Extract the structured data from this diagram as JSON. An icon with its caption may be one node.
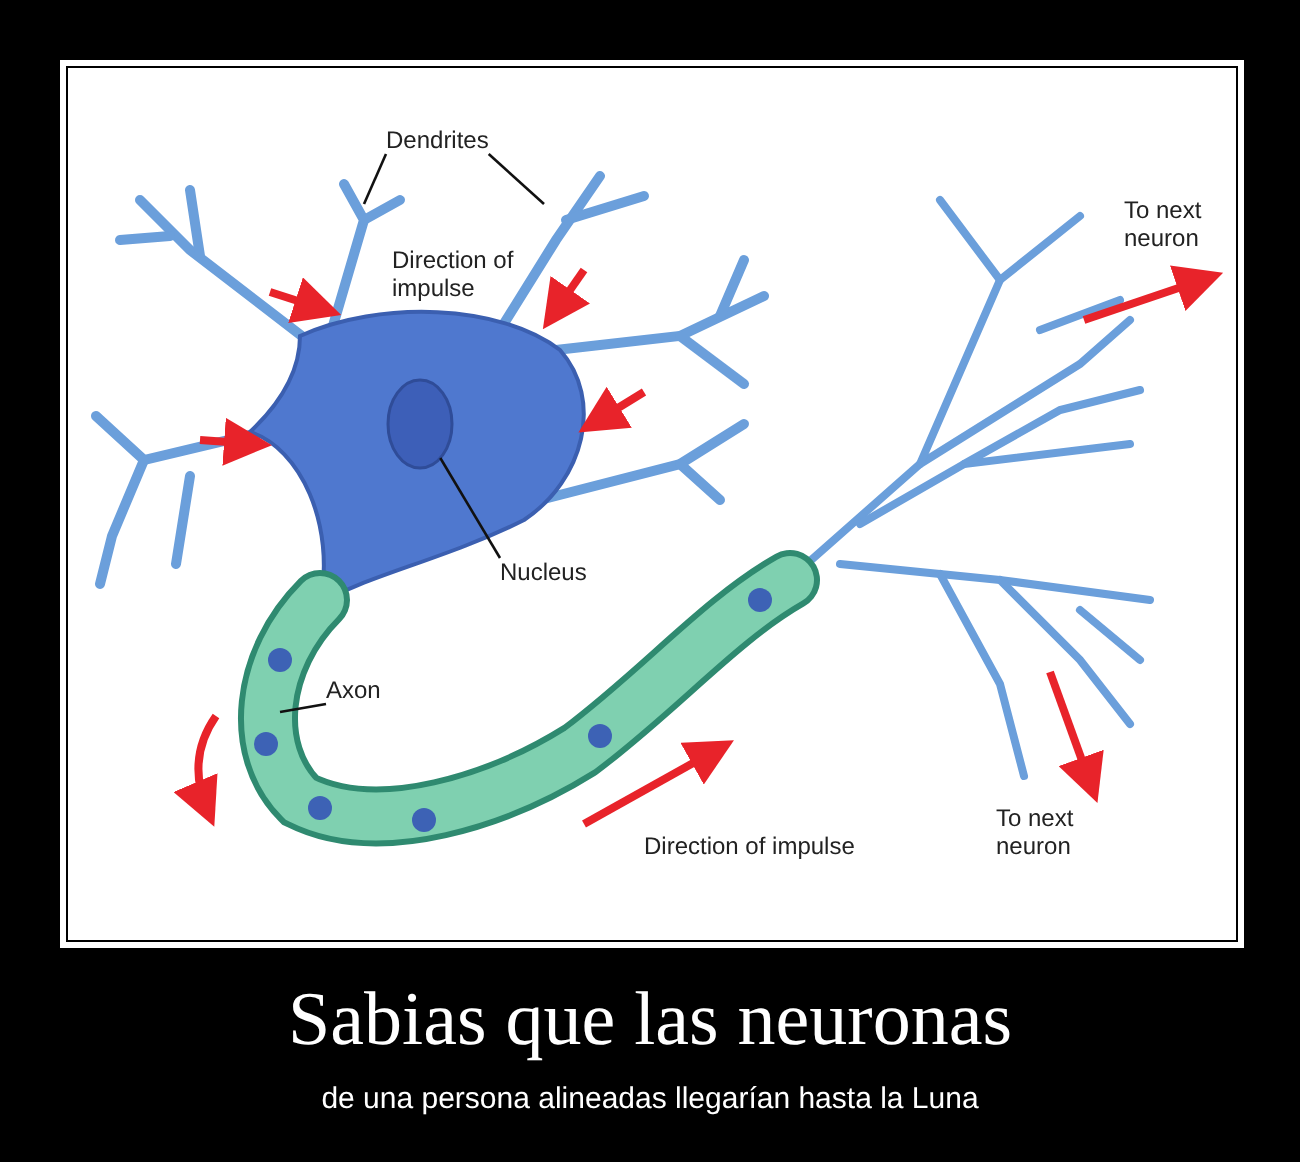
{
  "diagram": {
    "title": "Sabias que las neuronas",
    "caption": "de una persona alineadas llegarían hasta la Luna",
    "nodes": [
      {
        "text": [
          "Dendrites"
        ]
      },
      {
        "text": [],
        "shape": "circle"
      },
      {
        "text": [
          "Nucleus"
        ]
      },
      {
        "text": [
          "Axon"
        ]
      }
    ],
    "edges": [
      {
        "from": 0,
        "to": null,
        "arrow": "none"
      },
      {
        "from": 0,
        "to": null,
        "arrow": "none"
      },
      {
        "from": 2,
        "to": 1,
        "arrow": "none"
      },
      {
        "from": 3,
        "to": null,
        "arrow": "none"
      }
    ],
    "labels": [
      "Direction of impulse",
      "To next neuron",
      "To next neuron",
      "Direction of impulse"
    ]
  }
}
